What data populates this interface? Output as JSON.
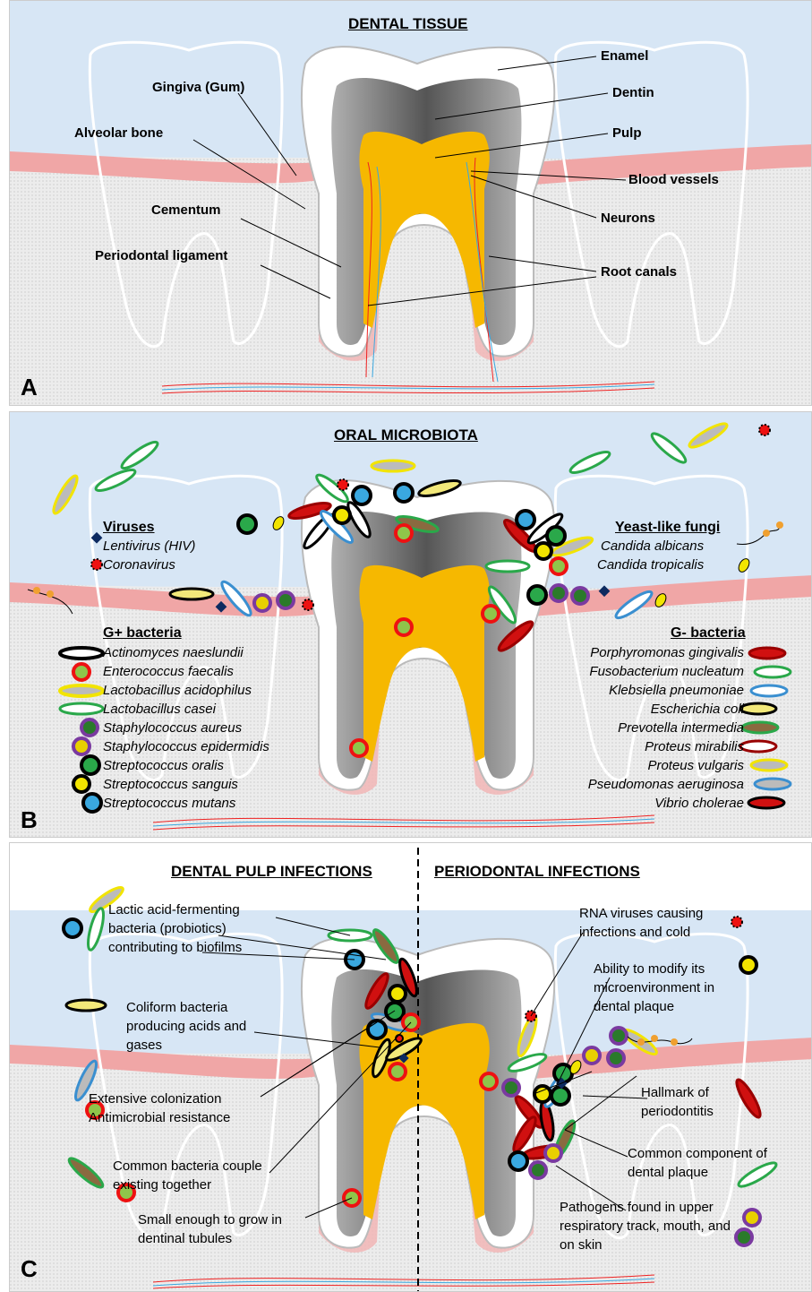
{
  "panelA": {
    "title": "DENTAL TISSUE",
    "letter": "A",
    "labels": {
      "enamel": "Enamel",
      "dentin": "Dentin",
      "pulp": "Pulp",
      "blood_vessels": "Blood vessels",
      "neurons": "Neurons",
      "root_canals": "Root canals",
      "gingiva": "Gingiva (Gum)",
      "alveolar_bone": "Alveolar bone",
      "cementum": "Cementum",
      "periodontal_ligament": "Periodontal ligament"
    }
  },
  "panelB": {
    "title": "ORAL MICROBIOTA",
    "letter": "B",
    "viruses": {
      "heading": "Viruses",
      "items": [
        "Lentivirus (HIV)",
        "Coronavirus"
      ]
    },
    "fungi": {
      "heading": "Yeast-like fungi",
      "items": [
        "Candida albicans",
        "Candida tropicalis"
      ]
    },
    "gpos": {
      "heading": "G+ bacteria",
      "items": [
        "Actinomyces naeslundii",
        "Enterococcus faecalis",
        "Lactobacillus acidophilus",
        "Lactobacillus casei",
        "Staphylococcus aureus",
        "Staphylococcus epidermidis",
        "Streptococcus oralis",
        "Streptococcus sanguis",
        "Streptococcus mutans"
      ]
    },
    "gneg": {
      "heading": "G- bacteria",
      "items": [
        "Porphyromonas gingivalis",
        "Fusobacterium nucleatum",
        "Klebsiella pneumoniae",
        "Escherichia coli",
        "Prevotella intermedia",
        "Proteus mirabilis",
        "Proteus vulgaris",
        "Pseudomonas aeruginosa",
        "Vibrio cholerae"
      ]
    }
  },
  "panelC": {
    "letter": "C",
    "title_left": "DENTAL PULP INFECTIONS",
    "title_right": "PERIODONTAL INFECTIONS",
    "left_captions": [
      "Lactic acid-fermenting bacteria (probiotics) contributing to biofilms",
      "Coliform bacteria producing acids and gases",
      "Extensive colonization Antimicrobial resistance",
      "Common bacteria couple existing together",
      "Small enough to grow in dentinal tubules"
    ],
    "right_captions": [
      "RNA viruses causing infections and cold",
      "Ability to modify its microenvironment in dental plaque",
      "Hallmark of periodontitis",
      "Common component of dental plaque",
      "Pathogens found in upper respiratory track, mouth, and on skin"
    ]
  },
  "colors": {
    "sky": "#d7e6f5",
    "gum": "#f0a6a6",
    "bone": "#e9e9e9",
    "pulp": "#f6b800",
    "dentin": "#707070"
  }
}
